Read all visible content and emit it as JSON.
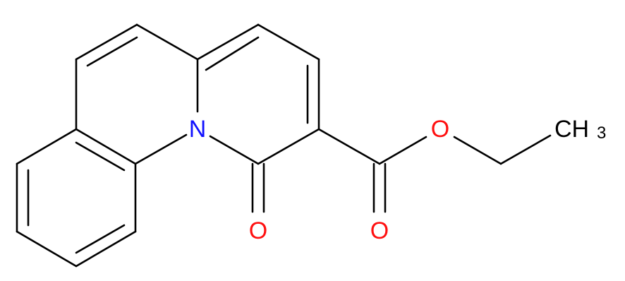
{
  "molecule": {
    "colors": {
      "bond": "#000000",
      "N": "#1010ff",
      "O": "#ff1010",
      "C": "#000000"
    },
    "atoms": {
      "n": {
        "text": "N",
        "element": "N"
      },
      "o_ketone": {
        "text": "O",
        "element": "O"
      },
      "o_carbonyl": {
        "text": "O",
        "element": "O"
      },
      "o_ester": {
        "text": "O",
        "element": "O"
      },
      "ch3": {
        "text": "CH",
        "sub": "3",
        "element": "C"
      }
    }
  }
}
